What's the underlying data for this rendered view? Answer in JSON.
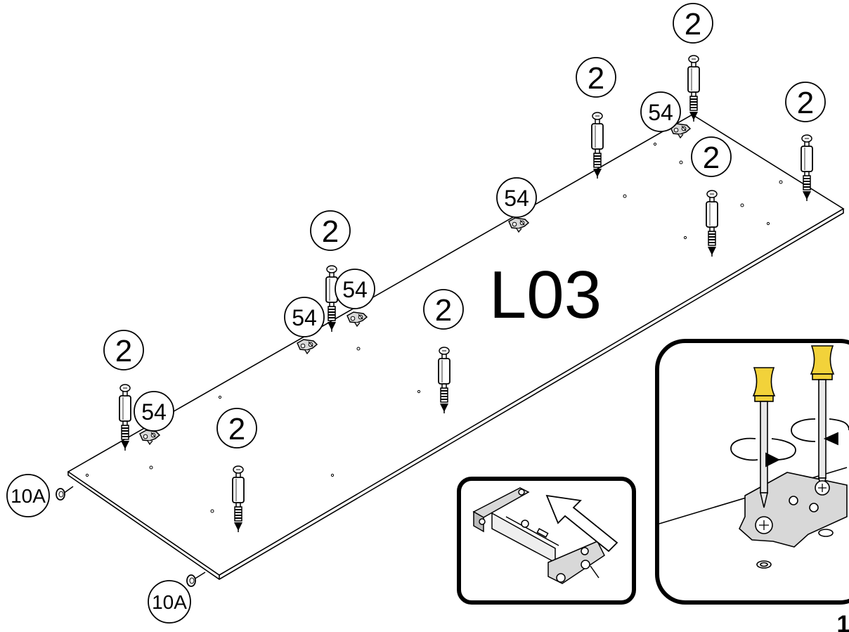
{
  "panel": {
    "label": "L03"
  },
  "parts": {
    "cam_bolt": "2",
    "hinge_plate": "54",
    "leveler": "10A"
  },
  "page_number": "1",
  "colors": {
    "line": "#000000",
    "panel_fill": "#ffffff",
    "handle": "#f2d23a",
    "metal": "#d8d8d8"
  },
  "icons": {
    "cam_bolt": "cam-bolt-icon",
    "hinge_plate": "hinge-plate-icon",
    "leveler": "leveler-foot-icon",
    "screwdriver": "screwdriver-icon",
    "rotation": "rotation-arrow-icon",
    "insert": "insert-arrow-icon"
  }
}
